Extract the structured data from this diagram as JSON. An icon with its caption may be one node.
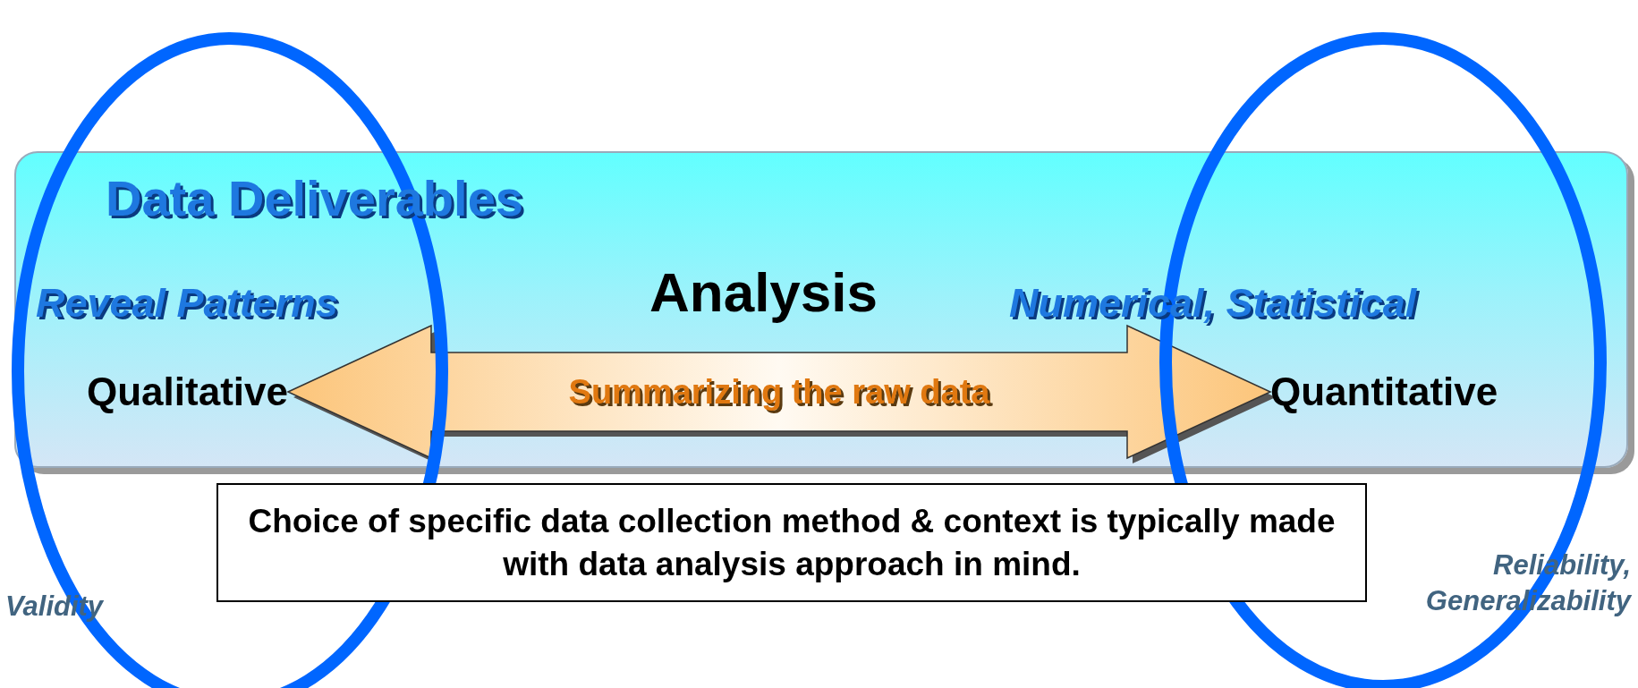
{
  "diagram": {
    "nodes": [
      {
        "text": [
          "Data Deliverables",
          "Reveal Patterns",
          "Analysis",
          "Numerical, Statistical"
        ]
      },
      {
        "text": [
          "Qualitative"
        ],
        "in": 0
      },
      {
        "text": [
          "Quantitative"
        ],
        "in": 0
      },
      {
        "text": [
          "Choice of specific data collection method & context is typically made with data analysis approach in mind."
        ]
      }
    ],
    "edges": [
      {
        "from": 1,
        "to": 2,
        "arrow": "both",
        "label": "Summarizing the raw data",
        "style": "thick",
        "color": "#fcc57a"
      }
    ],
    "labels": [
      "Validity",
      "Reliability, Generalizability"
    ]
  }
}
